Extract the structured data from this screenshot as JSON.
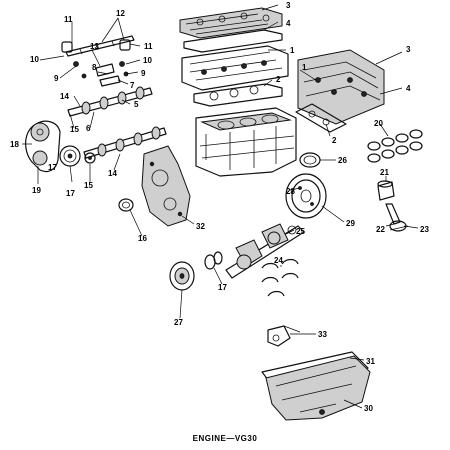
{
  "diagram": {
    "caption": "ENGINE—VG30",
    "callouts": [
      {
        "id": "c3a",
        "text": "3"
      },
      {
        "id": "c4a",
        "text": "4"
      },
      {
        "id": "c1a",
        "text": "1"
      },
      {
        "id": "c2a",
        "text": "2"
      },
      {
        "id": "c1b",
        "text": "1"
      },
      {
        "id": "c3b",
        "text": "3"
      },
      {
        "id": "c4b",
        "text": "4"
      },
      {
        "id": "c2b",
        "text": "2"
      },
      {
        "id": "c11a",
        "text": "11"
      },
      {
        "id": "c12",
        "text": "12"
      },
      {
        "id": "c11b",
        "text": "11"
      },
      {
        "id": "c10a",
        "text": "10"
      },
      {
        "id": "c13",
        "text": "13"
      },
      {
        "id": "c10b",
        "text": "10"
      },
      {
        "id": "c8",
        "text": "8"
      },
      {
        "id": "c9a",
        "text": "9"
      },
      {
        "id": "c9b",
        "text": "9"
      },
      {
        "id": "c7",
        "text": "7"
      },
      {
        "id": "c5",
        "text": "5"
      },
      {
        "id": "c14a",
        "text": "14"
      },
      {
        "id": "c6",
        "text": "6"
      },
      {
        "id": "c15a",
        "text": "15"
      },
      {
        "id": "c18",
        "text": "18"
      },
      {
        "id": "c17a",
        "text": "17"
      },
      {
        "id": "c15b",
        "text": "15"
      },
      {
        "id": "c14b",
        "text": "14"
      },
      {
        "id": "c19",
        "text": "19"
      },
      {
        "id": "c17b",
        "text": "17"
      },
      {
        "id": "c20",
        "text": "20"
      },
      {
        "id": "c26",
        "text": "26"
      },
      {
        "id": "c21",
        "text": "21"
      },
      {
        "id": "c28",
        "text": "28"
      },
      {
        "id": "c29",
        "text": "29"
      },
      {
        "id": "c22",
        "text": "22"
      },
      {
        "id": "c23",
        "text": "23"
      },
      {
        "id": "c32",
        "text": "32"
      },
      {
        "id": "c16",
        "text": "16"
      },
      {
        "id": "c25",
        "text": "25"
      },
      {
        "id": "c24",
        "text": "24"
      },
      {
        "id": "c17c",
        "text": "17"
      },
      {
        "id": "c27",
        "text": "27"
      },
      {
        "id": "c33",
        "text": "33"
      },
      {
        "id": "c31",
        "text": "31"
      },
      {
        "id": "c30",
        "text": "30"
      }
    ]
  }
}
